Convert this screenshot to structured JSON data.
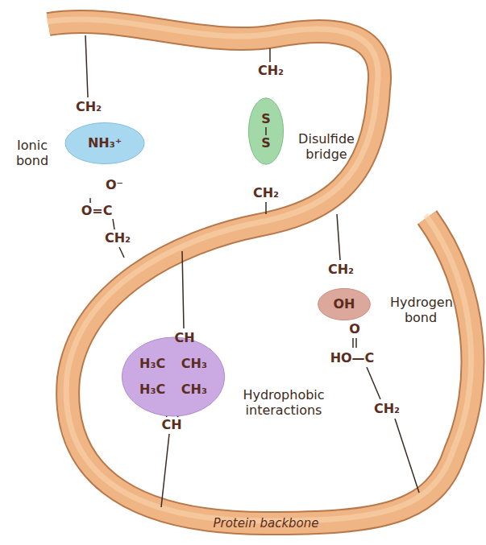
{
  "diagram": {
    "nodes": [
      {
        "text": [
          "NH₃⁺"
        ]
      },
      {
        "text": [
          "S",
          "S"
        ]
      },
      {
        "text": [
          "OH"
        ]
      },
      {
        "text": [
          "H₃C CH₃",
          "H₃C CH₃"
        ]
      }
    ],
    "labels": [
      "Ionic bond",
      "CH₂",
      "O⁻",
      "O=C",
      "CH₂",
      "Disulfide bridge",
      "CH₂",
      "CH₂",
      "CH",
      "CH",
      "Hydrophobic interactions",
      "CH₂",
      "O",
      "HO—C",
      "CH₂",
      "Hydrogen bond",
      "Protein backbone"
    ]
  }
}
